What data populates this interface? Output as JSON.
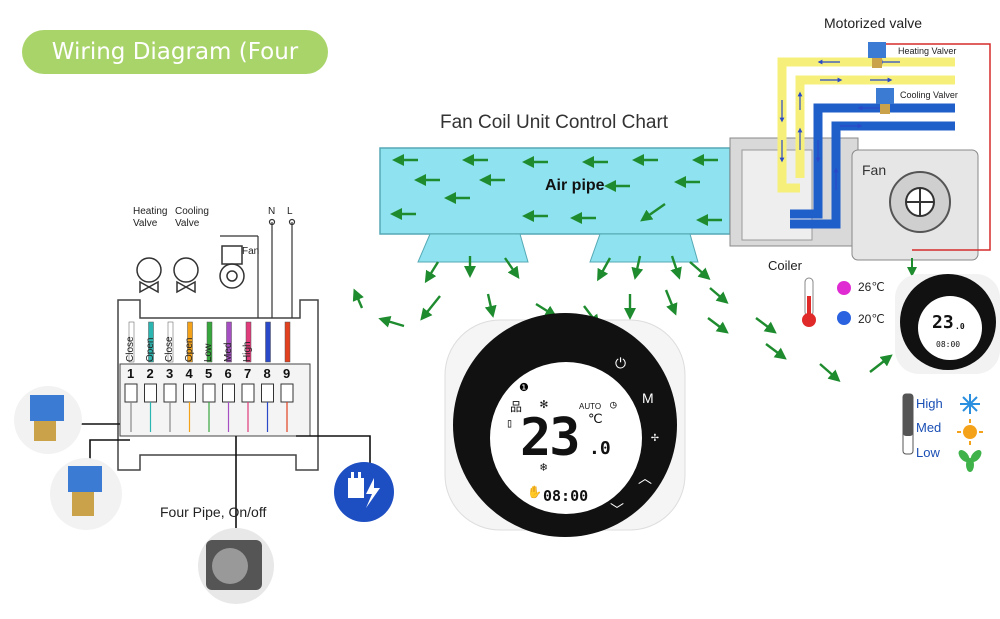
{
  "title": "Wiring Diagram (Four pipe) :",
  "chart": {
    "title": "Fan Coil Unit Control Chart",
    "air_pipe": "Air pipe",
    "motorized_valve": "Motorized valve",
    "heating_valve": "Heating Valver",
    "cooling_valve": "Cooling Valver",
    "fan": "Fan",
    "coiler": "Coiler",
    "temp_hot": "26℃",
    "temp_cold": "20℃",
    "speed_high": "High",
    "speed_med": "Med",
    "speed_low": "Low"
  },
  "wiring": {
    "heating_valve": "Heating Valve",
    "cooling_valve": "Cooling Valve",
    "fan": "Fan",
    "n": "N",
    "l": "L",
    "caption": "Four Pipe, On/off",
    "terminals": [
      "Close",
      "Open",
      "Close",
      "Open",
      "Low",
      "Med",
      "High",
      "",
      ""
    ],
    "numbers": [
      "1",
      "2",
      "3",
      "4",
      "5",
      "6",
      "7",
      "8",
      "9"
    ],
    "wire_colors": [
      "#ffffff",
      "#2bb5b0",
      "#ffffff",
      "#f5a21b",
      "#37a63c",
      "#a64fc2",
      "#e03b7a",
      "#2a49c8",
      "#e2411f"
    ]
  },
  "thermostat": {
    "temperature": "23",
    "decimal": ".0",
    "unit": "℃",
    "mode": "AUTO",
    "time": "08:00",
    "buttons": [
      "power",
      "M",
      "fan",
      "up",
      "down"
    ]
  },
  "mini_thermostat": {
    "temperature": "23",
    "decimal": ".0",
    "time": "08:00"
  },
  "colors": {
    "banner": "#a9d46a",
    "air_pipe": "#8fe3f0",
    "arrow": "#1e8c2e",
    "hot_pipe": "#f6f07a",
    "cold_pipe": "#1f5fc9",
    "red_wire": "#d62a2a",
    "hot_dot": "#e02bd3",
    "cold_dot": "#2a62e0"
  }
}
